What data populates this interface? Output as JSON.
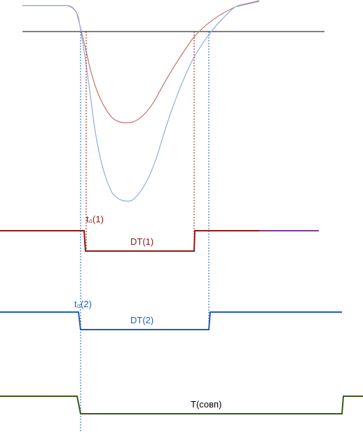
{
  "colors": {
    "signal1": "#8B1A1A",
    "signal2": "#1F5FBF",
    "coincidence": "#3A5A1A",
    "curve1": "#C0756A",
    "curve2": "#8FAEDC",
    "threshold": "#000000"
  },
  "labels": {
    "t0_1": "t₀(1)",
    "dt_1": "DT(1)",
    "t0_2": "t₀(2)",
    "dt_2": "DT(2)",
    "t_coinc": "T(совп)"
  }
}
